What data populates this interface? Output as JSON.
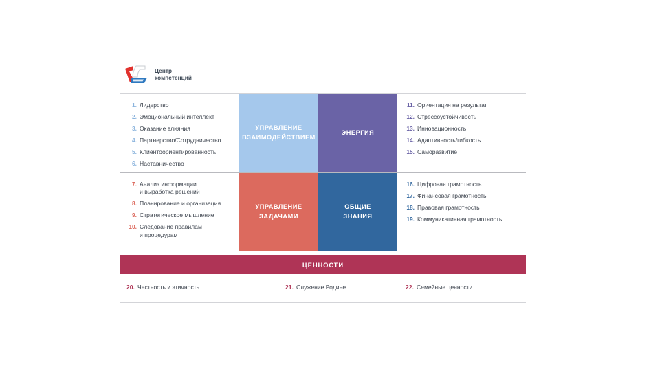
{
  "brand": {
    "logo_icon": "centr-kompetenciy-logo",
    "name": "Центр\nкомпетенций",
    "colors": {
      "red": "#e1322e",
      "blue": "#2f79c0",
      "text": "#3f4a57"
    }
  },
  "quadrants": {
    "interaction": {
      "tile_label": "УПРАВЛЕНИЕ\nВЗАИМОДЕЙСТВИЕМ",
      "tile_color": "#a5c8ec",
      "number_color": "#8bb4dd",
      "items": [
        {
          "num": "1.",
          "text": "Лидерство"
        },
        {
          "num": "2.",
          "text": "Эмоциональный интеллект"
        },
        {
          "num": "3.",
          "text": "Оказание влияния"
        },
        {
          "num": "4.",
          "text": "Партнерство/Сотрудничество"
        },
        {
          "num": "5.",
          "text": "Клиентоориентированность"
        },
        {
          "num": "6.",
          "text": "Наставничество"
        }
      ]
    },
    "energy": {
      "tile_label": "ЭНЕРГИЯ",
      "tile_color": "#6a63a6",
      "number_color": "#6a63a6",
      "items": [
        {
          "num": "11.",
          "text": "Ориентация на результат"
        },
        {
          "num": "12.",
          "text": "Стрессоустойчивость"
        },
        {
          "num": "13.",
          "text": "Инновационность"
        },
        {
          "num": "14.",
          "text": "Адаптивность/гибкость"
        },
        {
          "num": "15.",
          "text": "Саморазвитие"
        }
      ]
    },
    "tasks": {
      "tile_label": "УПРАВЛЕНИЕ\nЗАДАЧАМИ",
      "tile_color": "#dc6a5e",
      "number_color": "#dc6a5e",
      "items": [
        {
          "num": "7.",
          "text": "Анализ информации\nи выработка решений"
        },
        {
          "num": "8.",
          "text": "Планирование и организация"
        },
        {
          "num": "9.",
          "text": "Стратегическое мышление"
        },
        {
          "num": "10.",
          "text": "Следование правилам\nи процедурам"
        }
      ]
    },
    "knowledge": {
      "tile_label": "ОБЩИЕ\nЗНАНИЯ",
      "tile_color": "#31679e",
      "number_color": "#31679e",
      "items": [
        {
          "num": "16.",
          "text": "Цифровая грамотность"
        },
        {
          "num": "17.",
          "text": "Финансовая грамотность"
        },
        {
          "num": "18.",
          "text": "Правовая грамотность"
        },
        {
          "num": "19.",
          "text": "Коммуникативная грамотность"
        }
      ]
    }
  },
  "values": {
    "band_label": "ЦЕННОСТИ",
    "band_color": "#af3456",
    "number_color": "#af3456",
    "items": [
      {
        "num": "20.",
        "text": "Честность и этичность"
      },
      {
        "num": "21.",
        "text": "Служение Родине"
      },
      {
        "num": "22.",
        "text": "Семейные ценности"
      }
    ]
  }
}
